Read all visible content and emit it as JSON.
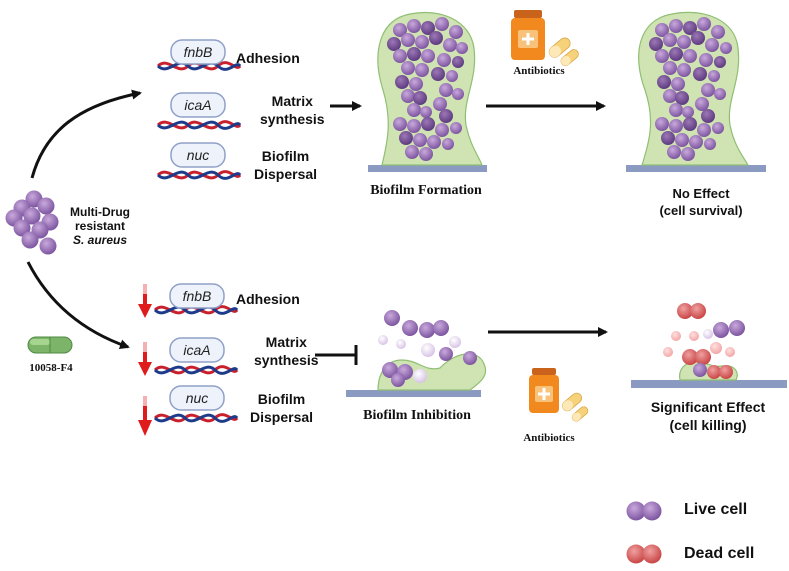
{
  "organism": {
    "line1": "Multi-Drug",
    "line2": "resistant",
    "line3": "S. aureus"
  },
  "compound": "10058-F4",
  "genes": [
    {
      "name": "fnbB",
      "role_line1": "Adhesion",
      "role_line2": ""
    },
    {
      "name": "icaA",
      "role_line1": "Matrix",
      "role_line2": "synthesis"
    },
    {
      "name": "nuc",
      "role_line1": "Biofilm",
      "role_line2": "Dispersal"
    }
  ],
  "top_row": {
    "stage": "Biofilm Formation",
    "drug": "Antibiotics",
    "outcome_line1": "No Effect",
    "outcome_line2": "(cell survival)"
  },
  "bottom_row": {
    "stage": "Biofilm Inhibition",
    "drug": "Antibiotics",
    "outcome_line1": "Significant Effect",
    "outcome_line2": "(cell killing)"
  },
  "legend": [
    {
      "label": "Live cell",
      "color": "#9b72b8"
    },
    {
      "label": "Dead cell",
      "color": "#d95f5f"
    }
  ],
  "colors": {
    "live_cell": "#9b72b8",
    "dead_cell": "#d95f5f",
    "biofilm_matrix": "#cfe3b3",
    "surface": "#8a9ac0",
    "down_arrow": "#e01b1b",
    "pill": "#7cb46a"
  }
}
